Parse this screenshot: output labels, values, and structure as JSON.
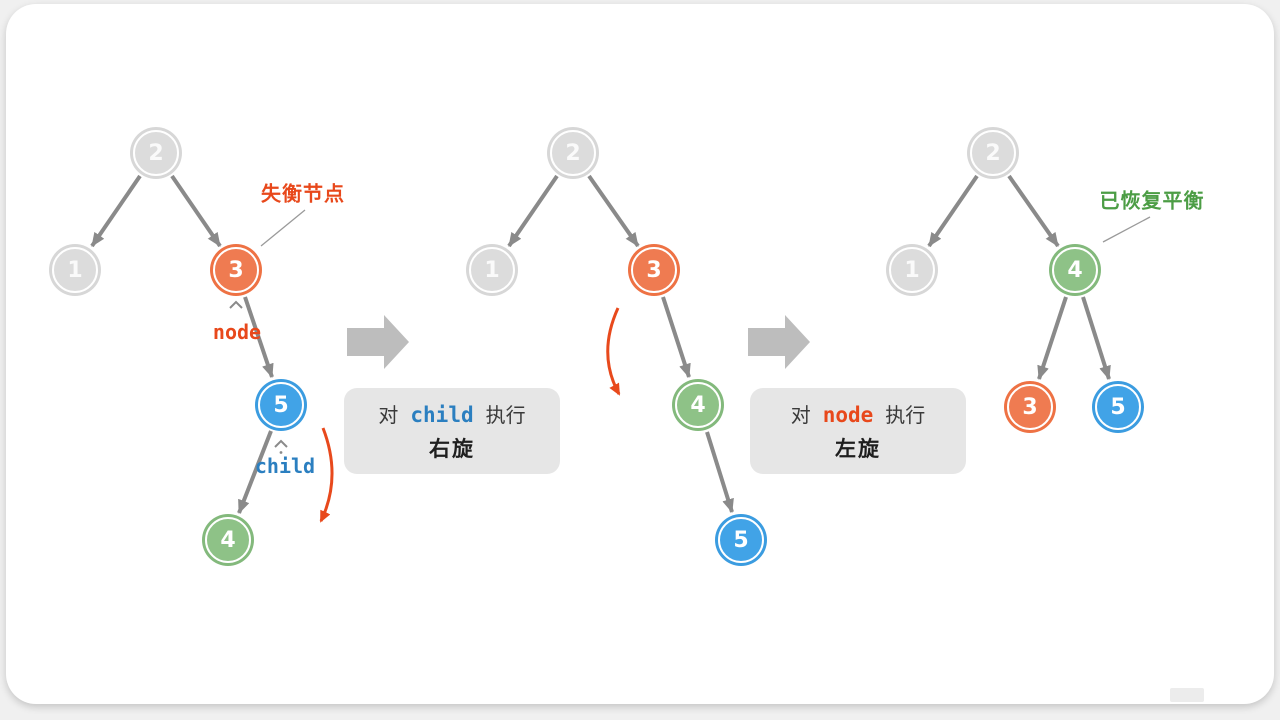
{
  "colors": {
    "node_gray": "#dcdcdc",
    "node_orange": "#ef7b51",
    "node_blue": "#41a3e7",
    "node_green": "#8ec287",
    "edge_gray": "#8a8a8a",
    "accent_orange": "#e8481b",
    "accent_green": "#4c9d45",
    "accent_blue": "#2b7fc0",
    "big_arrow_gray": "#bdbdbd",
    "step_box_bg": "#e6e6e6"
  },
  "trees": [
    {
      "nodes": [
        {
          "value": "2",
          "color": "gray"
        },
        {
          "value": "1",
          "color": "gray"
        },
        {
          "value": "3",
          "color": "orange"
        },
        {
          "value": "5",
          "color": "blue"
        },
        {
          "value": "4",
          "color": "green"
        }
      ]
    },
    {
      "nodes": [
        {
          "value": "2",
          "color": "gray"
        },
        {
          "value": "1",
          "color": "gray"
        },
        {
          "value": "3",
          "color": "orange"
        },
        {
          "value": "4",
          "color": "green"
        },
        {
          "value": "5",
          "color": "blue"
        }
      ]
    },
    {
      "nodes": [
        {
          "value": "2",
          "color": "gray"
        },
        {
          "value": "1",
          "color": "gray"
        },
        {
          "value": "4",
          "color": "green"
        },
        {
          "value": "3",
          "color": "orange"
        },
        {
          "value": "5",
          "color": "blue"
        }
      ]
    }
  ],
  "annotations": {
    "unbalanced_label": "失衡节点",
    "balanced_label": "已恢复平衡",
    "node_pointer": "node",
    "child_pointer": "child"
  },
  "steps": [
    {
      "prefix": "对",
      "keyword": "child",
      "suffix": "执行",
      "action": "右旋"
    },
    {
      "prefix": "对",
      "keyword": "node",
      "suffix": "执行",
      "action": "左旋"
    }
  ]
}
